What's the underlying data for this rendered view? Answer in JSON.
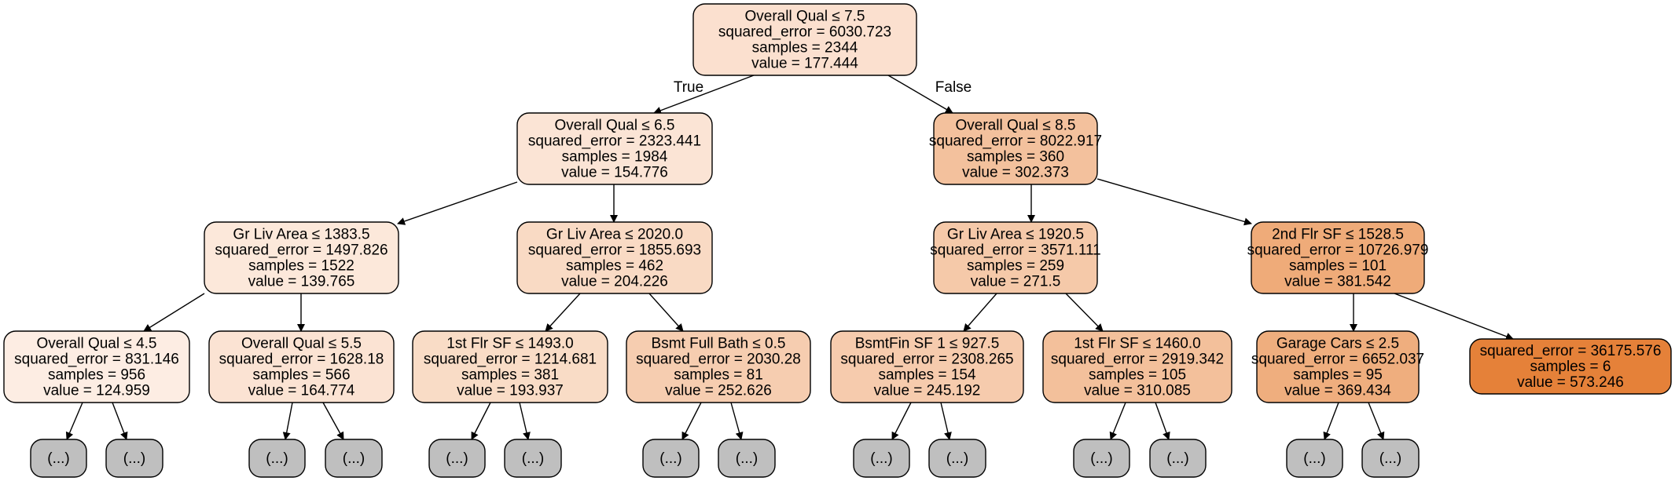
{
  "diagram": {
    "edge_labels": {
      "true": "True",
      "false": "False"
    },
    "leaf_color": "#bfbfbf",
    "nodes": [
      {
        "id": "n0",
        "fill": "#fbe0cf",
        "lines": [
          "Overall Qual ≤ 7.5",
          "squared_error = 6030.723",
          "samples = 2344",
          "value = 177.444"
        ]
      },
      {
        "id": "n1",
        "fill": "#fbe4d5",
        "lines": [
          "Overall Qual ≤ 6.5",
          "squared_error = 2323.441",
          "samples = 1984",
          "value = 154.776"
        ]
      },
      {
        "id": "n2",
        "fill": "#f3c19d",
        "lines": [
          "Overall Qual ≤ 8.5",
          "squared_error = 8022.917",
          "samples = 360",
          "value = 302.373"
        ]
      },
      {
        "id": "n3",
        "fill": "#fce8da",
        "lines": [
          "Gr Liv Area ≤ 1383.5",
          "squared_error = 1497.826",
          "samples = 1522",
          "value = 139.765"
        ]
      },
      {
        "id": "n4",
        "fill": "#f9dac4",
        "lines": [
          "Gr Liv Area ≤ 2020.0",
          "squared_error = 1855.693",
          "samples = 462",
          "value = 204.226"
        ]
      },
      {
        "id": "n5",
        "fill": "#f5c9a9",
        "lines": [
          "Gr Liv Area ≤ 1920.5",
          "squared_error = 3571.111",
          "samples = 259",
          "value = 271.5"
        ]
      },
      {
        "id": "n6",
        "fill": "#efab79",
        "lines": [
          "2nd Flr SF ≤ 1528.5",
          "squared_error = 10726.979",
          "samples = 101",
          "value = 381.542"
        ]
      },
      {
        "id": "n7",
        "fill": "#fdede3",
        "lines": [
          "Overall Qual ≤ 4.5",
          "squared_error = 831.146",
          "samples = 956",
          "value = 124.959"
        ]
      },
      {
        "id": "n8",
        "fill": "#fbe3d3",
        "lines": [
          "Overall Qual ≤ 5.5",
          "squared_error = 1628.18",
          "samples = 566",
          "value = 164.774"
        ]
      },
      {
        "id": "n9",
        "fill": "#f9dcc6",
        "lines": [
          "1st Flr SF ≤ 1493.0",
          "squared_error = 1214.681",
          "samples = 381",
          "value = 193.937"
        ]
      },
      {
        "id": "n10",
        "fill": "#f6cdb0",
        "lines": [
          "Bsmt Full Bath ≤ 0.5",
          "squared_error = 2030.28",
          "samples = 81",
          "value = 252.626"
        ]
      },
      {
        "id": "n11",
        "fill": "#f6cbad",
        "lines": [
          "BsmtFin SF 1 ≤ 927.5",
          "squared_error = 2308.265",
          "samples = 154",
          "value = 245.192"
        ]
      },
      {
        "id": "n12",
        "fill": "#f3c09b",
        "lines": [
          "1st Flr SF ≤ 1460.0",
          "squared_error = 2919.342",
          "samples = 105",
          "value = 310.085"
        ]
      },
      {
        "id": "n13",
        "fill": "#efae7e",
        "lines": [
          "Garage Cars ≤ 2.5",
          "squared_error = 6652.037",
          "samples = 95",
          "value = 369.434"
        ]
      },
      {
        "id": "n14",
        "fill": "#e58139",
        "lines": [
          "squared_error = 36175.576",
          "samples = 6",
          "value = 573.246"
        ]
      },
      {
        "id": "l1",
        "leaf": true,
        "lines": [
          "(...)"
        ]
      },
      {
        "id": "l2",
        "leaf": true,
        "lines": [
          "(...)"
        ]
      },
      {
        "id": "l3",
        "leaf": true,
        "lines": [
          "(...)"
        ]
      },
      {
        "id": "l4",
        "leaf": true,
        "lines": [
          "(...)"
        ]
      },
      {
        "id": "l5",
        "leaf": true,
        "lines": [
          "(...)"
        ]
      },
      {
        "id": "l6",
        "leaf": true,
        "lines": [
          "(...)"
        ]
      },
      {
        "id": "l7",
        "leaf": true,
        "lines": [
          "(...)"
        ]
      },
      {
        "id": "l8",
        "leaf": true,
        "lines": [
          "(...)"
        ]
      },
      {
        "id": "l9",
        "leaf": true,
        "lines": [
          "(...)"
        ]
      },
      {
        "id": "l10",
        "leaf": true,
        "lines": [
          "(...)"
        ]
      },
      {
        "id": "l11",
        "leaf": true,
        "lines": [
          "(...)"
        ]
      },
      {
        "id": "l12",
        "leaf": true,
        "lines": [
          "(...)"
        ]
      },
      {
        "id": "l13",
        "leaf": true,
        "lines": [
          "(...)"
        ]
      },
      {
        "id": "l14",
        "leaf": true,
        "lines": [
          "(...)"
        ]
      }
    ],
    "edges": [
      {
        "from": "n0",
        "to": "n1",
        "label": "true"
      },
      {
        "from": "n0",
        "to": "n2",
        "label": "false"
      },
      {
        "from": "n1",
        "to": "n3"
      },
      {
        "from": "n1",
        "to": "n4"
      },
      {
        "from": "n2",
        "to": "n5"
      },
      {
        "from": "n2",
        "to": "n6"
      },
      {
        "from": "n3",
        "to": "n7"
      },
      {
        "from": "n3",
        "to": "n8"
      },
      {
        "from": "n4",
        "to": "n9"
      },
      {
        "from": "n4",
        "to": "n10"
      },
      {
        "from": "n5",
        "to": "n11"
      },
      {
        "from": "n5",
        "to": "n12"
      },
      {
        "from": "n6",
        "to": "n13"
      },
      {
        "from": "n6",
        "to": "n14"
      },
      {
        "from": "n7",
        "to": "l1"
      },
      {
        "from": "n7",
        "to": "l2"
      },
      {
        "from": "n8",
        "to": "l3"
      },
      {
        "from": "n8",
        "to": "l4"
      },
      {
        "from": "n9",
        "to": "l5"
      },
      {
        "from": "n9",
        "to": "l6"
      },
      {
        "from": "n10",
        "to": "l7"
      },
      {
        "from": "n10",
        "to": "l8"
      },
      {
        "from": "n11",
        "to": "l9"
      },
      {
        "from": "n11",
        "to": "l10"
      },
      {
        "from": "n12",
        "to": "l11"
      },
      {
        "from": "n12",
        "to": "l12"
      },
      {
        "from": "n13",
        "to": "l13"
      },
      {
        "from": "n13",
        "to": "l14"
      }
    ]
  }
}
